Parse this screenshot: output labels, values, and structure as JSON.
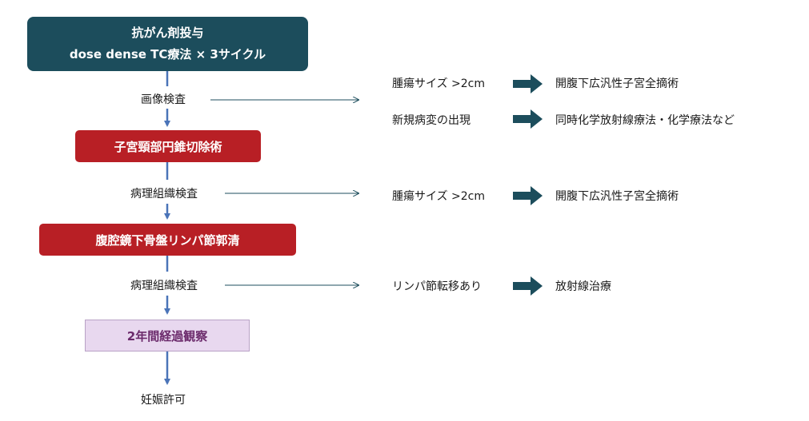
{
  "start": {
    "line1": "抗がん剤投与",
    "line2": "dose dense TC療法 × 3サイクル"
  },
  "step1": {
    "check": "画像検査",
    "branches": [
      {
        "condition": "腫瘍サイズ >2cm",
        "action": "開腹下広汎性子宮全摘術"
      },
      {
        "condition": "新規病変の出現",
        "action": "同時化学放射線療法・化学療法など"
      }
    ]
  },
  "procedure1": "子宮頸部円錐切除術",
  "step2": {
    "check": "病理組織検査",
    "branches": [
      {
        "condition": "腫瘍サイズ >2cm",
        "action": "開腹下広汎性子宮全摘術"
      }
    ]
  },
  "procedure2": "腹腔鏡下骨盤リンパ節郭清",
  "step3": {
    "check": "病理組織検査",
    "branches": [
      {
        "condition": "リンパ節転移あり",
        "action": "放射線治療"
      }
    ]
  },
  "observation": "2年間経過観察",
  "final": "妊娠許可",
  "colors": {
    "teal": "#1c4d5c",
    "red": "#b81f25",
    "purple_fill": "#e8d8ef",
    "flow_arrow": "#4a74b8",
    "branch_arrow": "#1c4d5c"
  }
}
